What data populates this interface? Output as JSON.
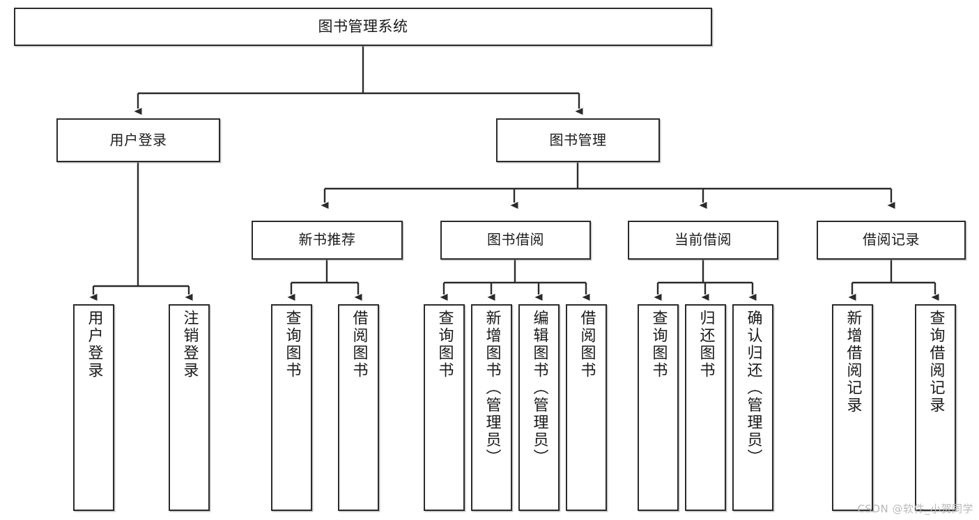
{
  "diagram": {
    "type": "hierarchy-tree",
    "title": "图书管理系统",
    "colors": {
      "box_border": "#2b2b2b",
      "box_fill": "#ffffff",
      "edge": "#2b2b2b",
      "text": "#1a1a1a",
      "watermark": "#b9b9b9"
    },
    "nodes": {
      "root": {
        "label": "图书管理系统",
        "orientation": "horizontal"
      },
      "user_login": {
        "label": "用户登录",
        "orientation": "horizontal"
      },
      "book_manage": {
        "label": "图书管理",
        "orientation": "horizontal"
      },
      "new_book_rec": {
        "label": "新书推荐",
        "orientation": "horizontal"
      },
      "book_borrow": {
        "label": "图书借阅",
        "orientation": "horizontal"
      },
      "current_borrow": {
        "label": "当前借阅",
        "orientation": "horizontal"
      },
      "borrow_record": {
        "label": "借阅记录",
        "orientation": "horizontal"
      },
      "leaf_user_login": {
        "label": "用户登录",
        "orientation": "vertical"
      },
      "leaf_logout": {
        "label": "注销登录",
        "orientation": "vertical"
      },
      "leaf_query_book_1": {
        "label": "查询图书",
        "orientation": "vertical"
      },
      "leaf_borrow_book_1": {
        "label": "借阅图书",
        "orientation": "vertical"
      },
      "leaf_query_book_2": {
        "label": "查询图书",
        "orientation": "vertical"
      },
      "leaf_add_book": {
        "label": "新增图书（管理员）",
        "orientation": "vertical"
      },
      "leaf_edit_book": {
        "label": "编辑图书（管理员）",
        "orientation": "vertical"
      },
      "leaf_borrow_book_2": {
        "label": "借阅图书",
        "orientation": "vertical"
      },
      "leaf_query_book_3": {
        "label": "查询图书",
        "orientation": "vertical"
      },
      "leaf_return_book": {
        "label": "归还图书",
        "orientation": "vertical"
      },
      "leaf_confirm_return": {
        "label": "确认归还（管理员）",
        "orientation": "vertical"
      },
      "leaf_add_record": {
        "label": "新增借阅记录",
        "orientation": "vertical"
      },
      "leaf_query_record": {
        "label": "查询借阅记录",
        "orientation": "vertical"
      }
    },
    "edges": [
      {
        "from": "root",
        "to": "user_login"
      },
      {
        "from": "root",
        "to": "book_manage"
      },
      {
        "from": "user_login",
        "to": "leaf_user_login"
      },
      {
        "from": "user_login",
        "to": "leaf_logout"
      },
      {
        "from": "book_manage",
        "to": "new_book_rec"
      },
      {
        "from": "book_manage",
        "to": "book_borrow"
      },
      {
        "from": "book_manage",
        "to": "current_borrow"
      },
      {
        "from": "book_manage",
        "to": "borrow_record"
      },
      {
        "from": "new_book_rec",
        "to": "leaf_query_book_1"
      },
      {
        "from": "new_book_rec",
        "to": "leaf_borrow_book_1"
      },
      {
        "from": "book_borrow",
        "to": "leaf_query_book_2"
      },
      {
        "from": "book_borrow",
        "to": "leaf_add_book"
      },
      {
        "from": "book_borrow",
        "to": "leaf_edit_book"
      },
      {
        "from": "book_borrow",
        "to": "leaf_borrow_book_2"
      },
      {
        "from": "current_borrow",
        "to": "leaf_query_book_3"
      },
      {
        "from": "current_borrow",
        "to": "leaf_return_book"
      },
      {
        "from": "current_borrow",
        "to": "leaf_confirm_return"
      },
      {
        "from": "borrow_record",
        "to": "leaf_add_record"
      },
      {
        "from": "borrow_record",
        "to": "leaf_query_record"
      }
    ]
  },
  "watermark": {
    "text": "CSDN @软件_小贺同学"
  }
}
